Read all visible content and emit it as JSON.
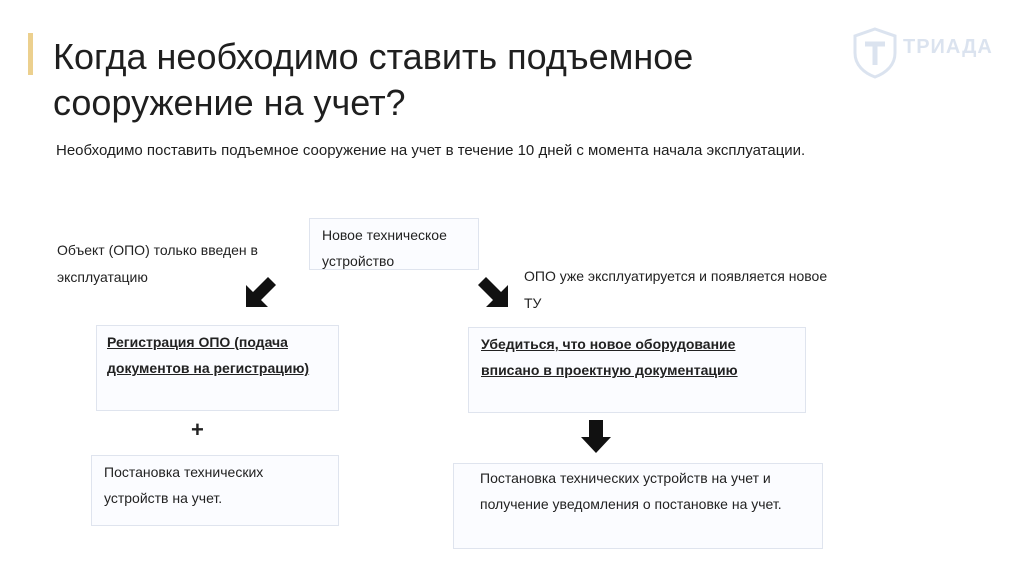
{
  "title": "Когда необходимо ставить подъемное сооружение на учет?",
  "logo": {
    "text": "ТРИАДА"
  },
  "subtitle": "Необходимо поставить подъемное сооружение на учет в течение 10 дней с момента начала эксплуатации.",
  "new_device_box": "Новое техническое устройство",
  "left_branch": {
    "condition": "Объект (ОПО) только введен в эксплуатацию",
    "step1": "Регистрация ОПО (подача документов на регистрацию)",
    "plus": "+",
    "step2": "Постановка технических устройств на учет."
  },
  "right_branch": {
    "condition": "ОПО уже эксплуатируется и появляется новое ТУ",
    "step1": "Убедиться, что новое оборудование вписано в проектную документацию",
    "step2": "Постановка технических устройств на учет и получение уведомления о постановке на учет."
  },
  "colors": {
    "accent": "#ecd08e",
    "logo": "#7f9dc8",
    "box_border": "#dfe4ee"
  }
}
